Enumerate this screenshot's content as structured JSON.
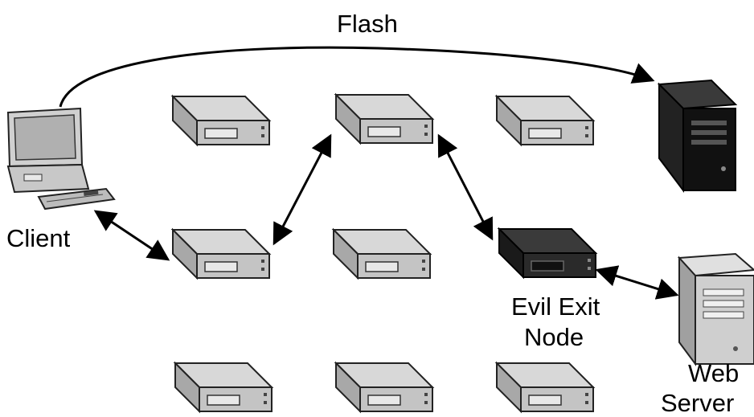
{
  "labels": {
    "flash": "Flash",
    "client": "Client",
    "exit_node_line1": "Evil Exit",
    "exit_node_line2": "Node",
    "web_server_line1": "Web",
    "web_server_line2": "Server"
  },
  "colors": {
    "relay_fill": "#c8c8c8",
    "relay_dark": "#7a7a7a",
    "evil_node_fill": "#2a2a2a",
    "server_fill": "#1e1e1e",
    "web_server_fill": "#cfcfcf",
    "arrow": "#000000"
  },
  "icons": {
    "relay": "relay-node-icon",
    "evil": "evil-exit-node-icon",
    "client": "client-computer-icon",
    "flash_server": "flash-server-icon",
    "web_server": "web-server-icon"
  }
}
